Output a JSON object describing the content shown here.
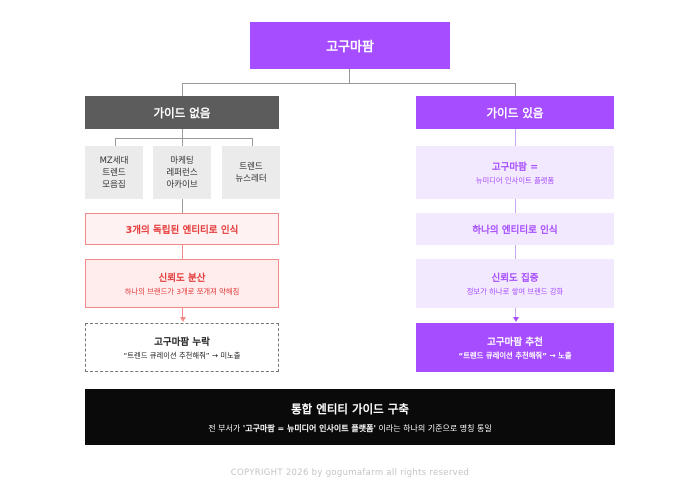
{
  "root": {
    "label": "고구마팜"
  },
  "left": {
    "header": "가이드 없음",
    "sources": [
      [
        "MZ세대",
        "트렌드",
        "모음집"
      ],
      [
        "마케팅",
        "레퍼런스",
        "아카이브"
      ],
      [
        "트렌드",
        "뉴스레터"
      ]
    ],
    "box1": "3개의 독립된 엔티티로 인식",
    "box2": {
      "title": "신뢰도 분산",
      "sub": "하나의 브랜드가 3개로 쪼개져 약해짐"
    },
    "box3": {
      "title": "고구마팜 누락",
      "sub": "“트렌드 큐레이션 추천해줘” → 미노출"
    }
  },
  "right": {
    "header": "가이드 있음",
    "box1": {
      "title": "고구마팜 =",
      "sub": "뉴미디어 인사이트 플랫폼"
    },
    "box2": "하나의 엔티티로 인식",
    "box3": {
      "title": "신뢰도 집중",
      "sub": "정보가 하나로 쌓여 브랜드 강화"
    },
    "box4": {
      "title": "고구마팜 추천",
      "sub": "“트렌드 큐레이션 추천해줘” → 노출"
    }
  },
  "bottom": {
    "title": "통합 엔티티 가이드 구축",
    "sub_pre": "전 부서가 ",
    "sub_bold": "'고구마팜 = 뉴미디어 인사이트 플랫폼'",
    "sub_post": " 이라는 하나의 기준으로 명칭 통일"
  },
  "copyright": "COPYRIGHT 2026 by gogumafarm all rights reserved",
  "colors": {
    "purple": "#a64dff",
    "lavender": "#f3e9ff",
    "dark_gray": "#5c5c5c",
    "red": "#e43b3b"
  }
}
